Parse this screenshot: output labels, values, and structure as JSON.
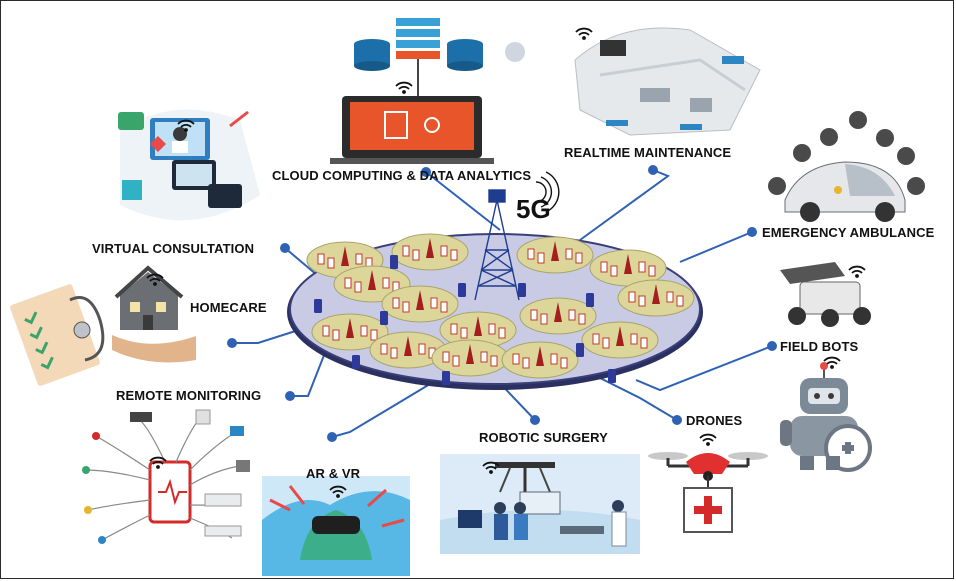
{
  "center_label": "5G",
  "labels": {
    "cloud": "CLOUD COMPUTING & DATA ANALYTICS",
    "realtime": "REALTIME MAINTENANCE",
    "virtual": "VIRTUAL CONSULTATION",
    "emergency": "EMERGENCY AMBULANCE",
    "homecare": "HOMECARE",
    "fieldbots": "FIELD BOTS",
    "remote": "REMOTE MONITORING",
    "drones": "DRONES",
    "surgery": "ROBOTIC SURGERY",
    "arvr": "AR & VR"
  },
  "colors": {
    "connector": "#2f62b4",
    "ellipse_fill": "#c9cbe4",
    "cell_fill": "#dcd69a",
    "tower": "#a51d1d",
    "device": "#2d3a9a",
    "accent_orange": "#e8552a",
    "medical_red": "#d42a2a"
  },
  "icons": {
    "cloud": "cloud-server-laptop-icon",
    "realtime": "hospital-floor-plan-icon",
    "virtual": "telemedicine-doctor-icon",
    "emergency": "autonomous-ambulance-car-icon",
    "homecare": "house-and-stethoscope-icon",
    "fieldbots": "medical-robot-icon",
    "remote": "wearable-sensors-icon",
    "drones": "medical-drone-icon",
    "surgery": "surgical-robot-room-icon",
    "arvr": "vr-headset-icon"
  }
}
